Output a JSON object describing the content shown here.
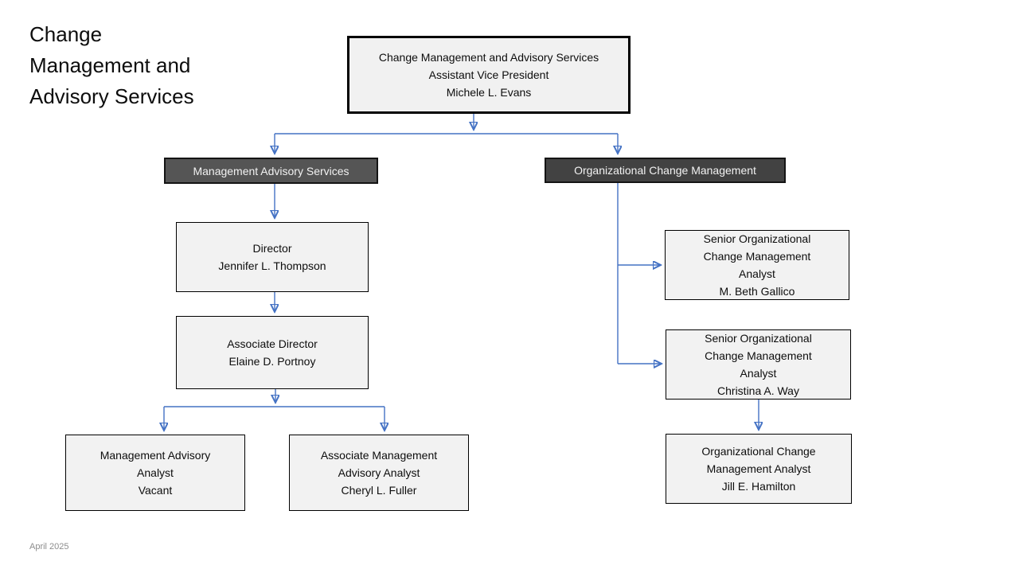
{
  "title": {
    "lines": [
      "Change",
      "Management and",
      "Advisory Services"
    ]
  },
  "footer": {
    "date": "April 2025"
  },
  "colors": {
    "connector_blue": "#4472C4",
    "group_box_fill_left": "#555555",
    "group_box_fill_right": "#424242",
    "node_fill": "#f2f2f2",
    "node_border": "#000000",
    "footer_gray": "#8c8c8c"
  },
  "org": {
    "root": {
      "lines": [
        "Change Management and Advisory Services",
        "Assistant Vice President",
        "Michele L. Evans"
      ]
    },
    "groups": {
      "left": {
        "label": "Management Advisory Services"
      },
      "right": {
        "label": "Organizational Change Management"
      }
    },
    "nodes": {
      "director": {
        "lines": [
          "Director",
          "Jennifer L. Thompson"
        ]
      },
      "associate_director": {
        "lines": [
          "Associate Director",
          "Elaine D. Portnoy"
        ]
      },
      "management_advisory_analyst": {
        "lines": [
          "Management Advisory",
          "Analyst",
          "Vacant"
        ]
      },
      "associate_management_advisory_analyst": {
        "lines": [
          "Associate Management",
          "Advisory Analyst",
          "Cheryl L. Fuller"
        ]
      },
      "senior_ocm_analyst_1": {
        "lines": [
          "Senior Organizational",
          "Change Management",
          "Analyst",
          "M. Beth Gallico"
        ]
      },
      "senior_ocm_analyst_2": {
        "lines": [
          "Senior Organizational",
          "Change Management",
          "Analyst",
          "Christina A. Way"
        ]
      },
      "ocm_analyst": {
        "lines": [
          "Organizational Change",
          "Management Analyst",
          "Jill E. Hamilton"
        ]
      }
    }
  }
}
